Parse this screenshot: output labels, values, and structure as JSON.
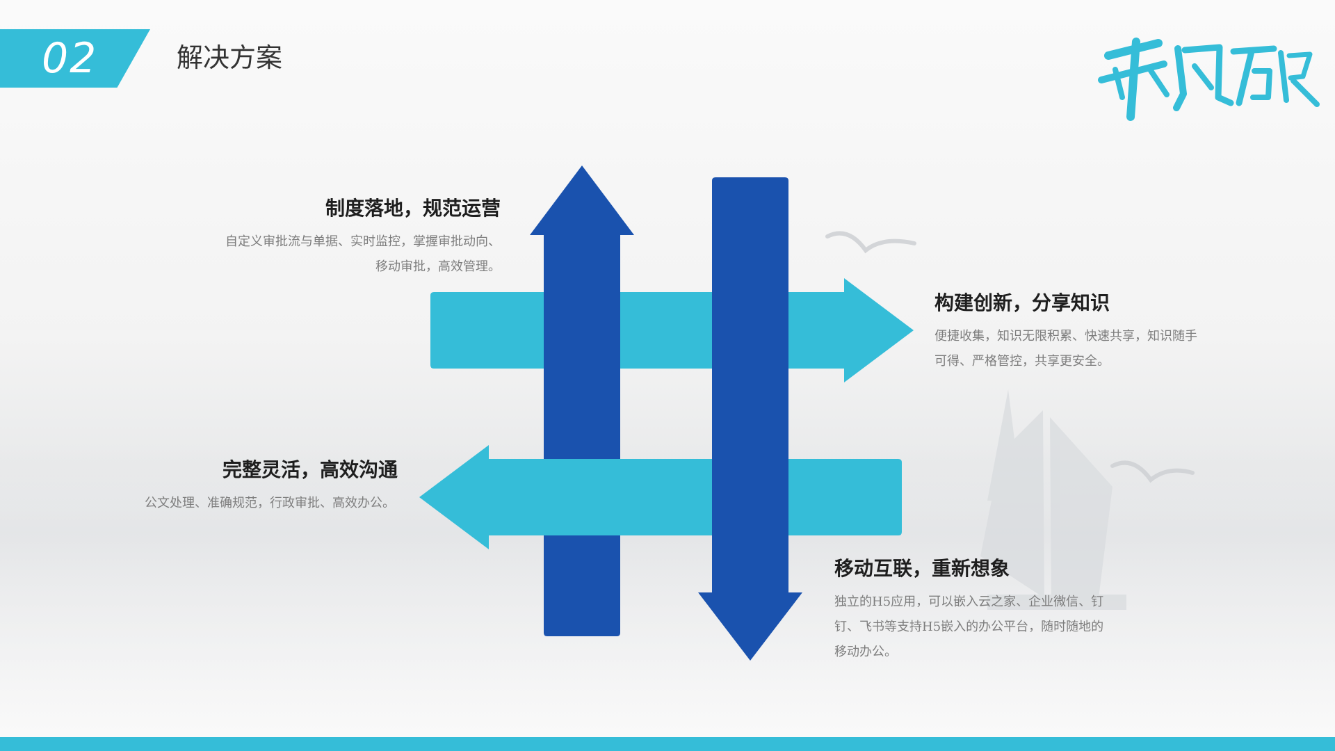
{
  "header": {
    "section_number": "02",
    "section_title": "解决方案"
  },
  "brand": {
    "logo_text": "乘风破浪"
  },
  "colors": {
    "accent": "#35bdd8",
    "dark_blue": "#1a52ae",
    "light_blue": "#35bdd8"
  },
  "blocks": [
    {
      "heading": "制度落地，规范运营",
      "lines": [
        "自定义审批流与单据、实时监控，掌握审批动向、",
        "移动审批，高效管理。"
      ]
    },
    {
      "heading": "构建创新，分享知识",
      "lines": [
        "便捷收集，知识无限积累、快速共享，知识随手",
        "可得、严格管控，共享更安全。"
      ]
    },
    {
      "heading": "完整灵活，高效沟通",
      "lines": [
        "公文处理、准确规范，行政审批、高效办公。"
      ]
    },
    {
      "heading": "移动互联，重新想象",
      "lines": [
        "独立的H5应用，可以嵌入云之家、企业微信、钉",
        "钉、飞书等支持H5嵌入的办公平台，随时随地的",
        "移动办公。"
      ]
    }
  ]
}
